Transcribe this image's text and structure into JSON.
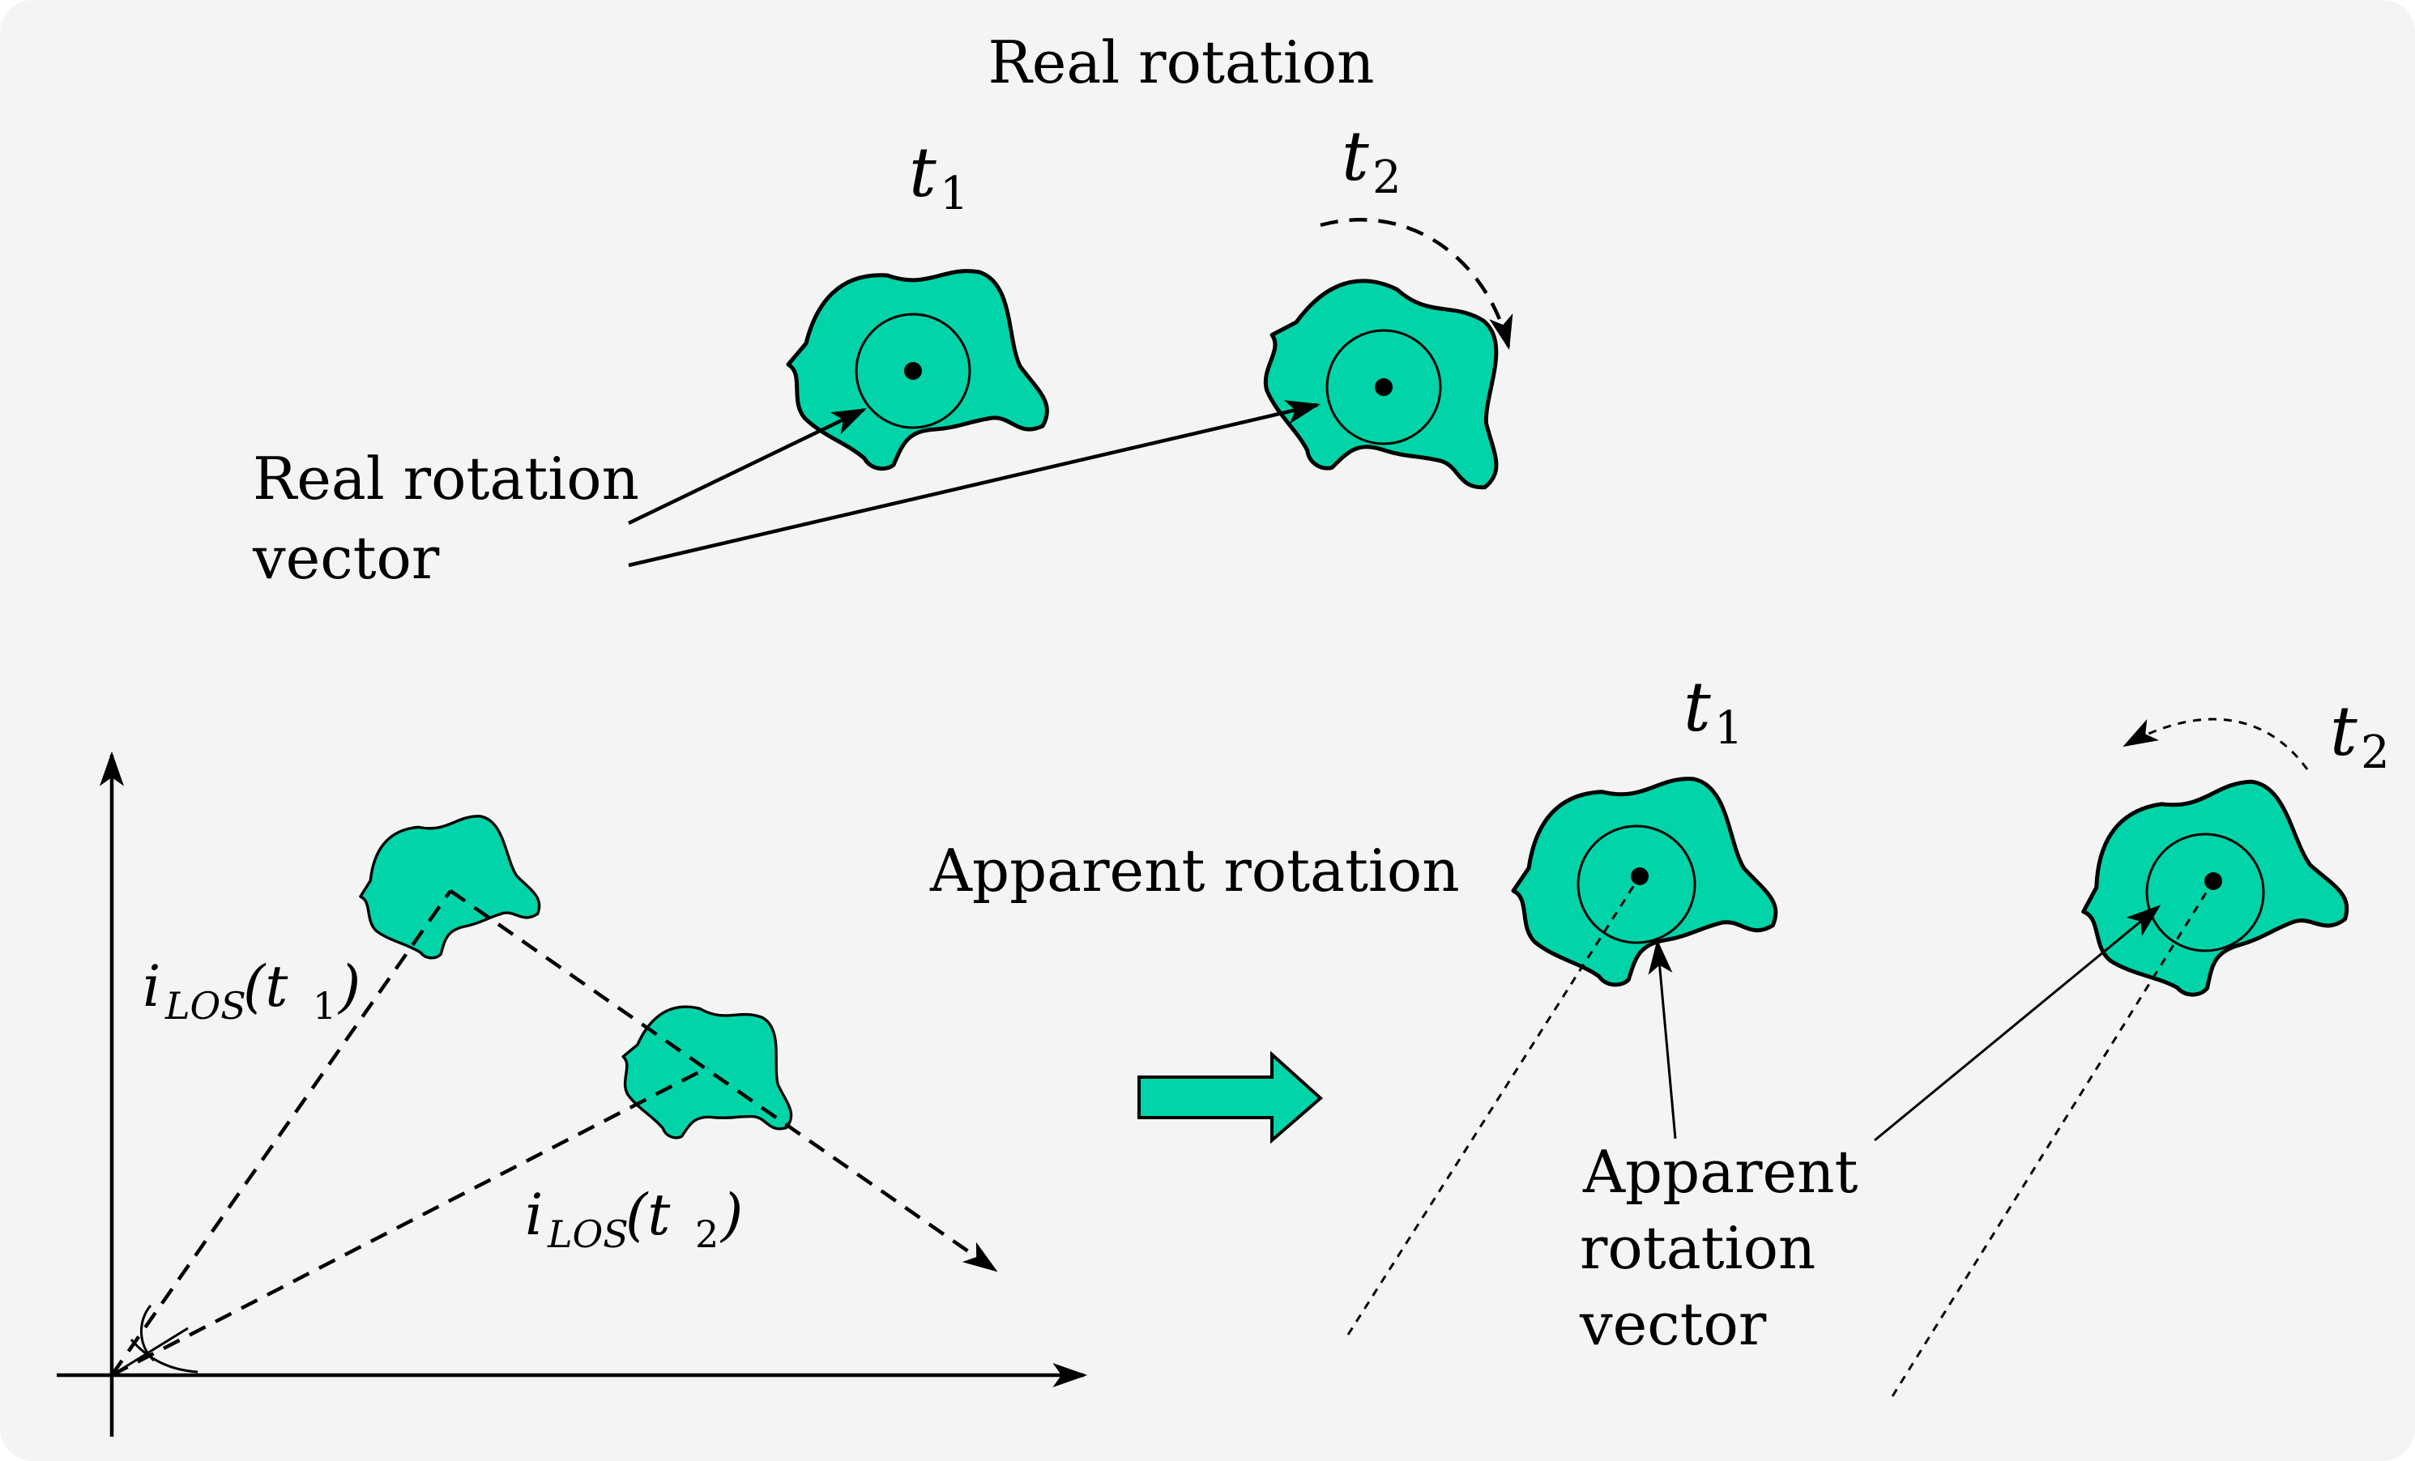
{
  "figure": {
    "top_title": "Real rotation",
    "top_label_line1": "Real rotation",
    "top_label_line2": "vector",
    "top_time_1": "t",
    "top_time_1_sub": "1",
    "top_time_2": "t",
    "top_time_2_sub": "2",
    "los_1_main": "i",
    "los_1_sub": "LOS",
    "los_1_arg": "(t",
    "los_1_arg_sub": "1",
    "los_1_close": ")",
    "los_2_main": "i",
    "los_2_sub": "LOS",
    "los_2_arg": "(t",
    "los_2_arg_sub": "2",
    "los_2_close": ")",
    "apparent_title": "Apparent rotation",
    "apparent_label_line1": "Apparent",
    "apparent_label_line2": "rotation",
    "apparent_label_line3": "vector",
    "bottom_time_1": "t",
    "bottom_time_1_sub": "1",
    "bottom_time_2": "t",
    "bottom_time_2_sub": "2"
  },
  "colors": {
    "blob_fill": "#00d4a8",
    "panel_background": "#f4f4f4",
    "stroke": "#000000"
  },
  "icons": [
    "rotation-arrow-icon",
    "transition-arrow-icon"
  ]
}
